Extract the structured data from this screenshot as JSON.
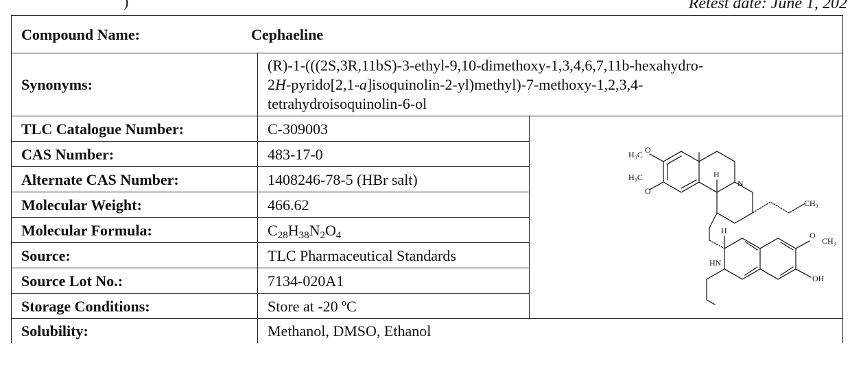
{
  "header": {
    "retest_date": "Retest date: June 1, 202",
    "top_mark": ")"
  },
  "compound": {
    "label": "Compound Name:",
    "value": "Cephaeline"
  },
  "synonyms": {
    "label": "Synonyms:",
    "line1": "(R)-1-(((2S,3R,11bS)-3-ethyl-9,10-dimethoxy-1,3,4,6,7,11b-hexahydro-",
    "line2_pre": "2",
    "line2_italic": "H",
    "line2_mid": "-pyrido[2,1-",
    "line2_italic2": "a",
    "line2_post": "]isoquinolin-2-yl)methyl)-7-methoxy-1,2,3,4-",
    "line3": "tetrahydroisoquinolin-6-ol"
  },
  "rows": [
    {
      "label": "TLC Catalogue Number:",
      "value": "C-309003"
    },
    {
      "label": "CAS Number:",
      "value": "483-17-0"
    },
    {
      "label": "Alternate CAS Number:",
      "value": "1408246-78-5 (HBr salt)"
    },
    {
      "label": "Molecular Weight:",
      "value": "466.62"
    }
  ],
  "formula": {
    "label": "Molecular Formula:",
    "parts": [
      "C",
      "28",
      "H",
      "38",
      "N",
      "2",
      "O",
      "4"
    ]
  },
  "rows2": [
    {
      "label": "Source:",
      "value": "TLC Pharmaceutical Standards"
    },
    {
      "label": "Source Lot No.:",
      "value": "7134-020A1"
    },
    {
      "label": "Storage Conditions:",
      "value": "Store at -20 ºC"
    },
    {
      "label": "Solubility:",
      "value": "Methanol, DMSO, Ethanol"
    }
  ],
  "structure": {
    "labels": {
      "h3c_top": "H₃C",
      "o_top": "O",
      "h3c_mid": "H₃C",
      "o_mid": "O",
      "h_top": "H",
      "n": "N",
      "ch3_ethyl": "CH₃",
      "h_bottom": "H",
      "hn": "HN",
      "o_right": "O",
      "ch3_right": "CH₃",
      "oh": "OH"
    }
  }
}
